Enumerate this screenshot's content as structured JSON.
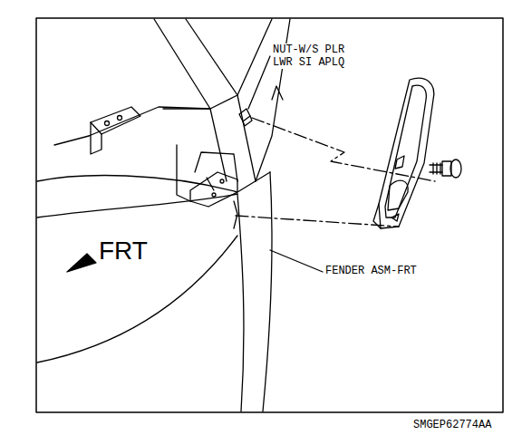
{
  "diagram": {
    "labels": [
      "NUT-W/S PLR LWR SI APLQ",
      "FENDER ASM-FRT",
      "FRT",
      "SMGEP62774AA"
    ]
  }
}
